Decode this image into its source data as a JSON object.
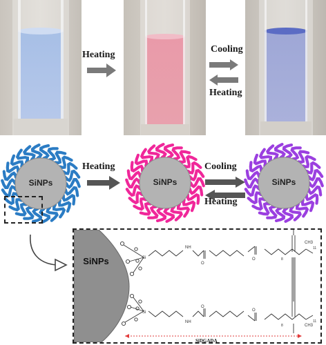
{
  "top_row": {
    "arrow1_label": "Heating",
    "arrow2_top_label": "Cooling",
    "arrow2_bottom_label": "Heating"
  },
  "middle_row": {
    "particle_label": "SiNPs",
    "arrow1_label": "Heating",
    "arrow2_top_label": "Cooling",
    "arrow2_bottom_label": "Heating"
  },
  "zoom_panel": {
    "particle_label": "SiNPs",
    "ligand_name": "SiDGADA",
    "chain_repeat_8": "8",
    "chain_repeat_11": "11",
    "si_label": "Si",
    "o_label": "O",
    "nh_label": "NH",
    "ch3_label": "CH3"
  },
  "colors": {
    "blue_phase": "#2b7cc4",
    "red_phase": "#f0279a",
    "purple_phase": "#9b3fe0",
    "particle_core": "#b3b3b3"
  }
}
